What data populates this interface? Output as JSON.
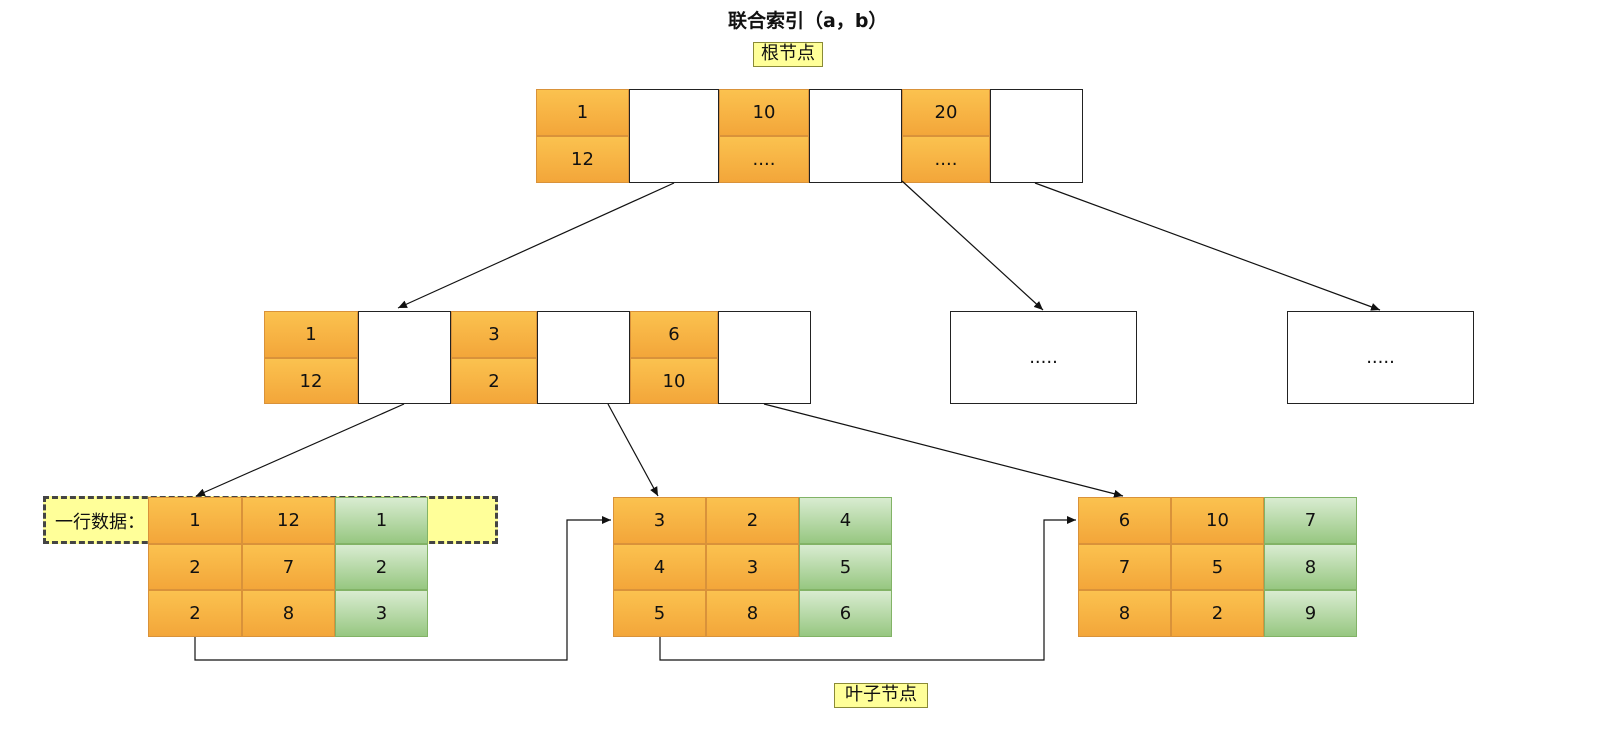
{
  "title": "联合索引（a，b）",
  "root_label": "根节点",
  "leaf_label": "叶子节点",
  "row_label": "一行数据：",
  "root": {
    "keys": [
      {
        "a": "1",
        "b": "12"
      },
      {
        "a": "10",
        "b": "...."
      },
      {
        "a": "20",
        "b": "...."
      }
    ]
  },
  "internal": {
    "keys": [
      {
        "a": "1",
        "b": "12"
      },
      {
        "a": "3",
        "b": "2"
      },
      {
        "a": "6",
        "b": "10"
      }
    ]
  },
  "collapsed_nodes": [
    ".....",
    "....."
  ],
  "leaves": [
    {
      "rows": [
        [
          "1",
          "12",
          "1"
        ],
        [
          "2",
          "7",
          "2"
        ],
        [
          "2",
          "8",
          "3"
        ]
      ]
    },
    {
      "rows": [
        [
          "3",
          "2",
          "4"
        ],
        [
          "4",
          "3",
          "5"
        ],
        [
          "5",
          "8",
          "6"
        ]
      ]
    },
    {
      "rows": [
        [
          "6",
          "10",
          "7"
        ],
        [
          "7",
          "5",
          "8"
        ],
        [
          "8",
          "2",
          "9"
        ]
      ]
    }
  ],
  "colors": {
    "key_fill": "#f5b041",
    "value_fill": "#b5d9a5",
    "tag_fill": "#ffff99"
  }
}
